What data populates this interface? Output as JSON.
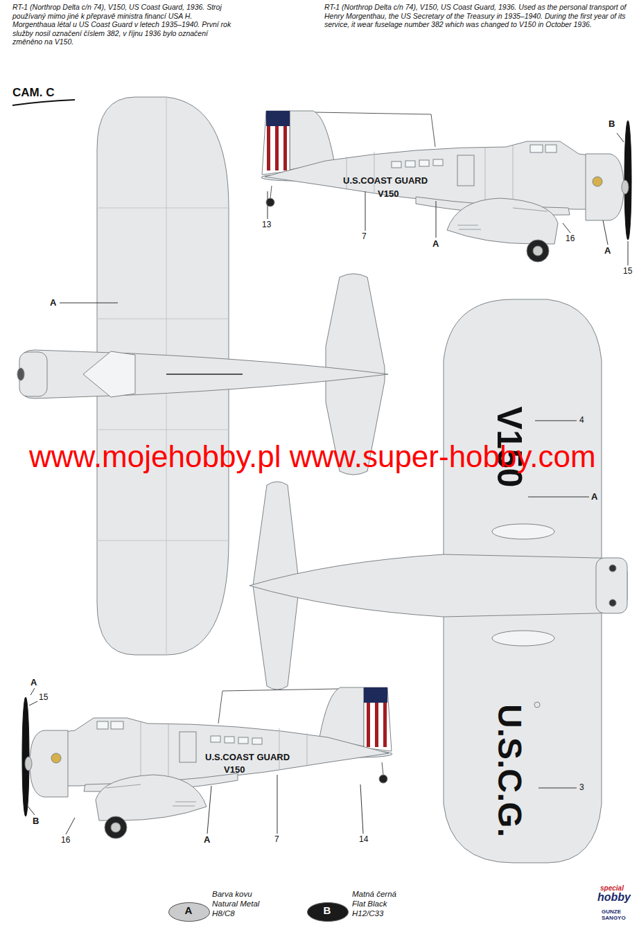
{
  "diagram": {
    "title": "CAM. C",
    "labels": [
      "RT-1 (Northrop Delta c/n 74), V150, US Coast Guard, 1936. Stroj používaný mimo jiné k přepravě ministra financí USA H. Morgenthaua létal u US Coast Guard v letech 1935–1940. První rok služby nosil označení číslem 382, v říjnu 1936 bylo označení změněno na V150.",
      "RT-1 (Northrop Delta c/n 74), V150, US Coast Guard, 1936. Used as the personal transport of Henry Morgenthau, the US Secretary of the Treasury in 1935–1940. During the first year of its service, it wear fuselage number 382 which was changed to V150 in October 1936.",
      "U.S.COAST GUARD",
      "V150",
      "B",
      "13",
      "7",
      "A",
      "16",
      "A",
      "15",
      "A",
      "V150",
      "4",
      "A",
      "U.S.C.G.",
      "3",
      "A",
      "15",
      "B",
      "16",
      "A",
      "7",
      "14",
      "U.S.COAST GUARD",
      "V150",
      "www.mojehobby.pl www.super-hobby.com",
      "A",
      "B",
      "special",
      "hobby",
      "GUNZE SANGYO"
    ],
    "legend": [
      {
        "text": "Barva kovu Natural Metal H8/C8",
        "color": "#c9cbcc"
      },
      {
        "text": "Matná černá Flat Black H12/C33",
        "color": "#1a1a1a"
      }
    ]
  }
}
